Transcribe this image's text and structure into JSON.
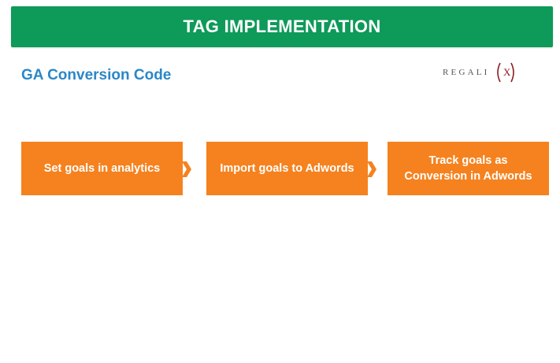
{
  "header": {
    "title": "TAG IMPLEMENTATION"
  },
  "section": {
    "title": "GA Conversion Code"
  },
  "logo": {
    "text_left": "REGALI",
    "text_mark": "X"
  },
  "flow": {
    "steps": [
      {
        "lines": [
          "Set goals in analytics"
        ]
      },
      {
        "lines": [
          "Import goals to Adwords"
        ]
      },
      {
        "lines": [
          "Track goals as",
          "Conversion in Adwords"
        ]
      }
    ]
  },
  "colors": {
    "header": "#0e9a58",
    "subtitle": "#2b87c6",
    "step": "#f5821f",
    "logo_mark": "#8b1d24"
  }
}
